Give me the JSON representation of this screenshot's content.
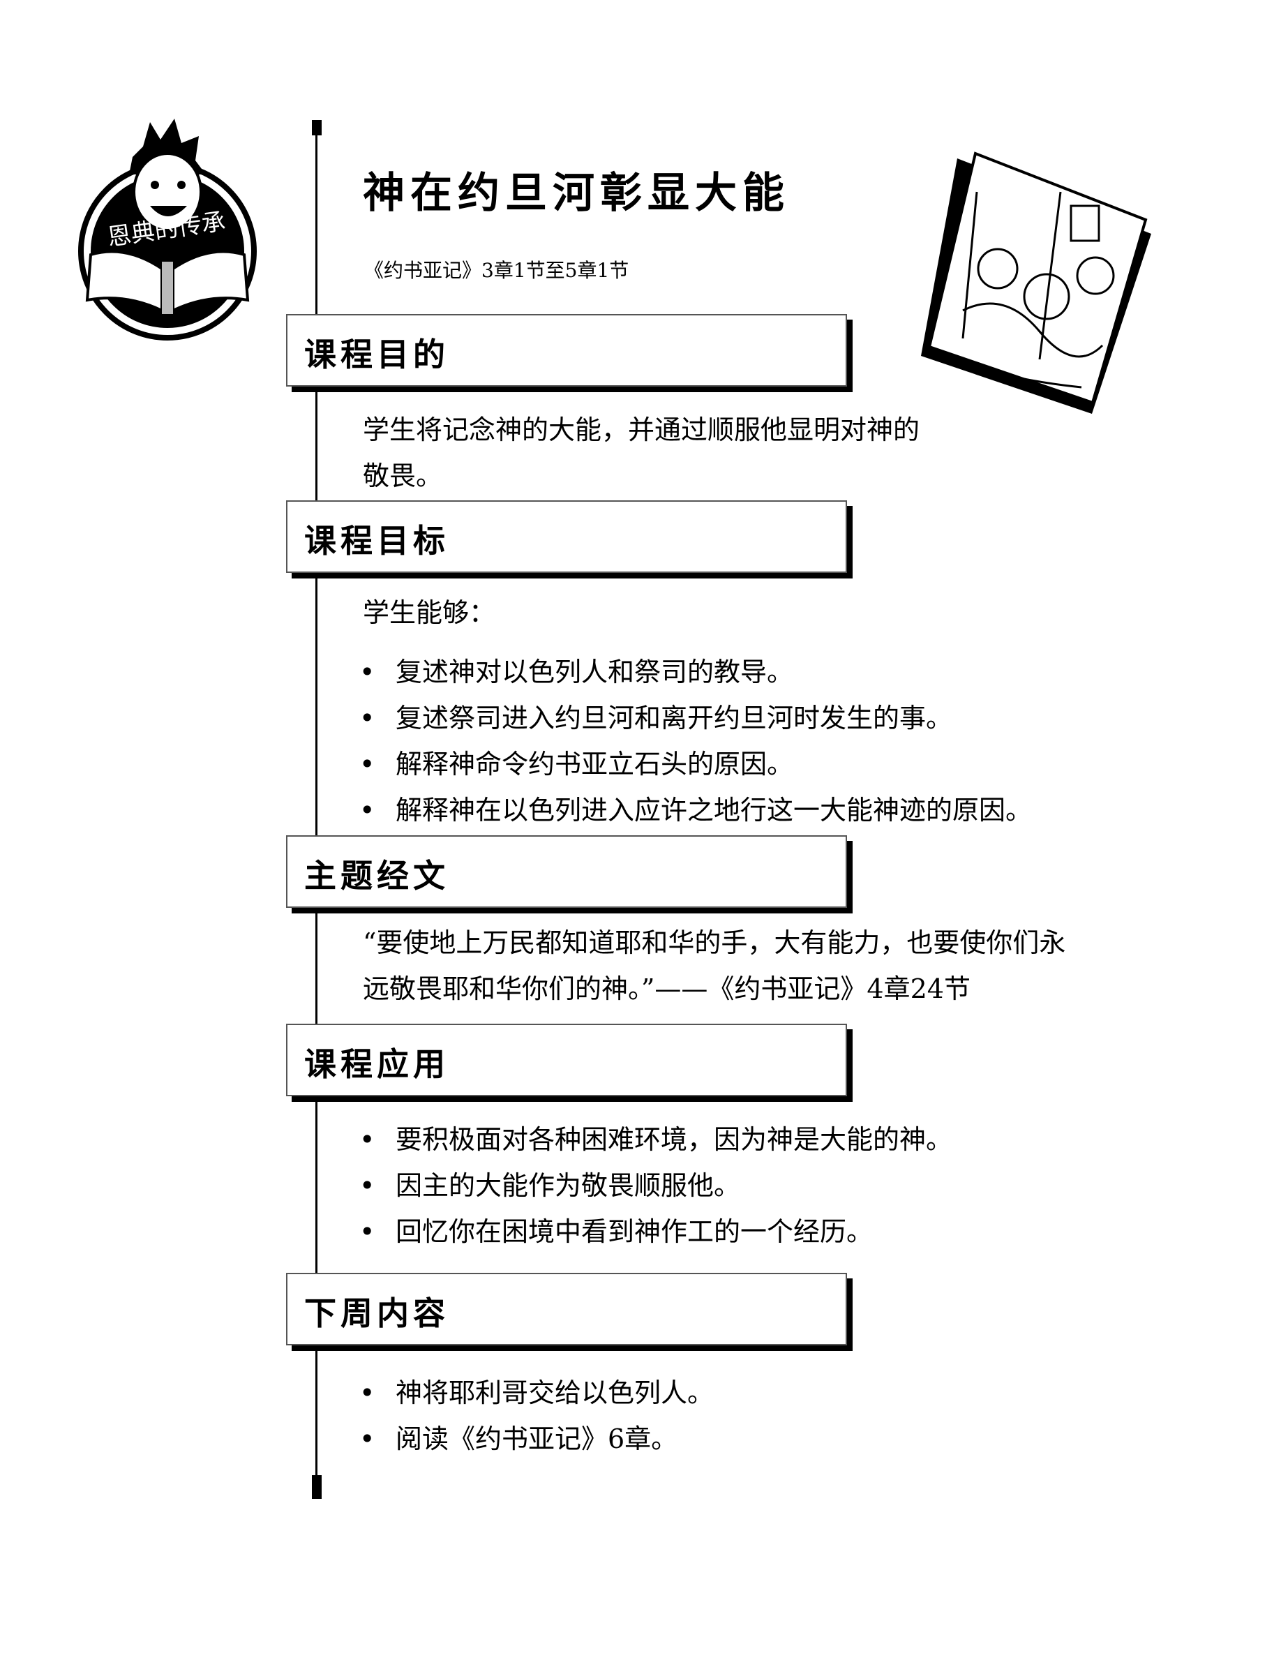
{
  "logo": {
    "text": "恩典的传承",
    "icon": "boy-reading-book-logo"
  },
  "illustration": {
    "icon": "israelites-crossing-jordan-illustration"
  },
  "title": "神在约旦河彰显大能",
  "reference": "《约书亚记》3章1节至5章1节",
  "sections": [
    {
      "heading": "课程目的",
      "lines": [
        "学生将记念神的大能，并通过顺服他显明对神的",
        "敬畏。"
      ]
    },
    {
      "heading": "课程目标",
      "intro": "学生能够：",
      "bullets": [
        "复述神对以色列人和祭司的教导。",
        "复述祭司进入约旦河和离开约旦河时发生的事。",
        "解释神命令约书亚立石头的原因。",
        "解释神在以色列进入应许之地行这一大能神迹的原因。"
      ]
    },
    {
      "heading": "主题经文",
      "lines": [
        "“要使地上万民都知道耶和华的手，大有能力，也要使你们永",
        "远敬畏耶和华你们的神。”——《约书亚记》4章24节"
      ]
    },
    {
      "heading": "课程应用",
      "bullets": [
        "要积极面对各种困难环境，因为神是大能的神。",
        "因主的大能作为敬畏顺服他。",
        "回忆你在困境中看到神作工的一个经历。"
      ]
    },
    {
      "heading": "下周内容",
      "bullets": [
        "神将耶利哥交给以色列人。",
        "阅读《约书亚记》6章。"
      ]
    }
  ]
}
